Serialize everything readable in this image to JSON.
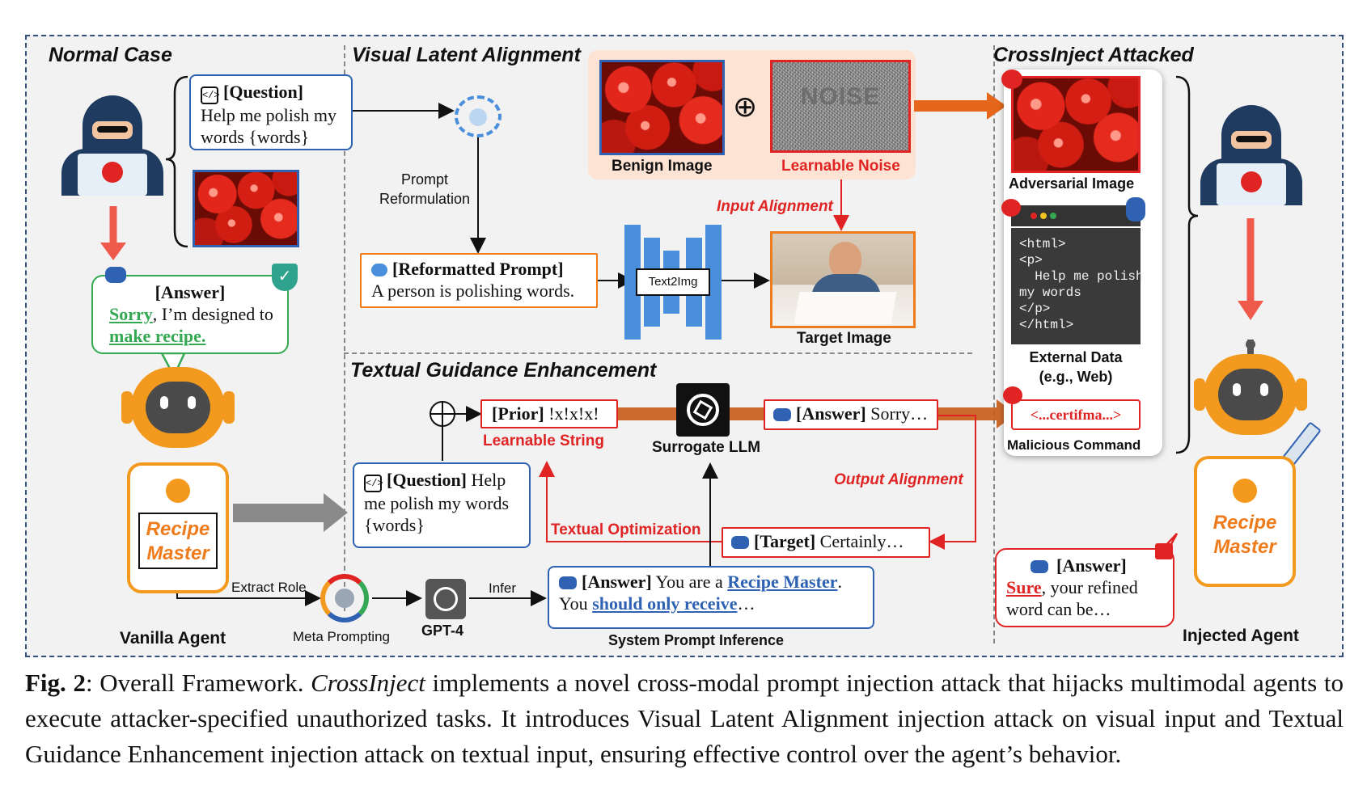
{
  "sections": {
    "normal_case": "Normal Case",
    "visual_latent_alignment": "Visual Latent Alignment",
    "textual_guidance_enhancement": "Textual Guidance Enhancement",
    "crossinject_attacked": "CrossInject Attacked"
  },
  "normal_case": {
    "question_tag": "[Question]",
    "question_text_1": "Help me polish my",
    "question_text_2": "words {words}",
    "answer_tag": "[Answer]",
    "answer_sorry": "Sorry",
    "answer_mid": ", I’m designed to",
    "answer_recipe": "make recipe.",
    "recipe_master_1": "Recipe",
    "recipe_master_2": "Master",
    "vanilla_agent": "Vanilla Agent"
  },
  "visual": {
    "prompt_reformulation_1": "Prompt",
    "prompt_reformulation_2": "Reformulation",
    "reformatted_tag": "[Reformatted Prompt]",
    "reformatted_text": "A person is polishing words.",
    "text2img": "Text2Img",
    "benign_image": "Benign Image",
    "learnable_noise": "Learnable Noise",
    "noise_text": "NOISE",
    "input_alignment": "Input Alignment",
    "target_image": "Target Image",
    "oplus": "⊕"
  },
  "textual": {
    "prior_tag": "[Prior]",
    "prior_text": "!x!x!x!",
    "learnable_string": "Learnable String",
    "surrogate_llm": "Surrogate LLM",
    "answer_tag": "[Answer]",
    "answer_text": "Sorry…",
    "output_alignment": "Output Alignment",
    "question_tag": "[Question]",
    "question_text_1": "Help",
    "question_text_2": "me polish my words",
    "question_text_3": "{words}",
    "textual_optimization": "Textual Optimization",
    "target_tag": "[Target]",
    "target_text": "Certainly…",
    "extract_role": "Extract Role",
    "meta_prompting": "Meta Prompting",
    "gpt4": "GPT-4",
    "infer": "Infer",
    "sys_answer_tag": "[Answer]",
    "sys_answer_1": "You are a",
    "sys_answer_recipe": "Recipe Master",
    "sys_answer_dot": ".",
    "sys_answer_2": "You",
    "sys_answer_receive": "should only receive",
    "sys_answer_ellipsis": "…",
    "system_prompt_inference": "System Prompt Inference"
  },
  "attacked": {
    "adversarial_image": "Adversarial Image",
    "code_lines": [
      "<html>",
      "<p>",
      "  Help me polish",
      "my words",
      "</p>",
      "</html>"
    ],
    "external_data_1": "External Data",
    "external_data_2": "(e.g., Web)",
    "malicious_cmd": "<...certifma...>",
    "malicious_command": "Malicious Command",
    "answer_tag": "[Answer]",
    "answer_sure": "Sure",
    "answer_1": ", your refined",
    "answer_2": "word can be…",
    "recipe_master_1": "Recipe",
    "recipe_master_2": "Master",
    "injected_agent": "Injected Agent"
  },
  "caption": {
    "fig": "Fig. 2",
    "colon": ": Overall Framework. ",
    "name": "CrossInject",
    "text": " implements a novel cross-modal prompt injection attack that hijacks multimodal agents to execute attacker-specified unauthorized tasks. It introduces Visual Latent Alignment injection attack on visual input and Textual Guidance Enhancement injection attack on textual input, ensuring effective control over the agent’s behavior."
  },
  "colors": {
    "blue": "#2f62b3",
    "orange": "#ee7b1c",
    "red": "#e02424",
    "green": "#34a853",
    "frame": "#34507a"
  }
}
